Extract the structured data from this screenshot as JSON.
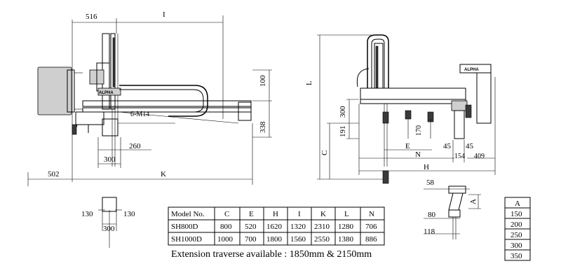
{
  "side_view": {
    "dim_516": "516",
    "dim_I": "I",
    "dim_100": "100",
    "dim_338": "338",
    "dim_6M14": "6-M14",
    "dim_260": "260",
    "dim_300": "300",
    "dim_502": "502",
    "dim_K": "K",
    "brand": "ALPHA"
  },
  "front_view": {
    "dim_L": "L",
    "dim_300": "300",
    "dim_191": "191",
    "dim_170": "170",
    "dim_C": "C",
    "dim_E": "E",
    "dim_N": "N",
    "dim_H": "H",
    "dim_45a": "45",
    "dim_45b": "45",
    "dim_154": "154",
    "dim_409": "409",
    "brand": "ALPHA"
  },
  "base_detail": {
    "dim_130_left": "130",
    "dim_130_right": "130",
    "dim_300": "300"
  },
  "gripper_detail": {
    "dim_58": "58",
    "dim_A": "A",
    "dim_80": "80",
    "dim_118": "118"
  },
  "spec_table": {
    "headers": [
      "Model No.",
      "C",
      "E",
      "H",
      "I",
      "K",
      "L",
      "N"
    ],
    "rows": [
      [
        "SH800D",
        "800",
        "520",
        "1620",
        "1320",
        "2310",
        "1280",
        "706"
      ],
      [
        "SH1000D",
        "1000",
        "700",
        "1800",
        "1560",
        "2550",
        "1380",
        "886"
      ]
    ]
  },
  "a_table": {
    "header": "A",
    "values": [
      "150",
      "200",
      "250",
      "300",
      "350"
    ]
  },
  "extension_note": "Extension traverse available : 1850mm & 2150mm"
}
